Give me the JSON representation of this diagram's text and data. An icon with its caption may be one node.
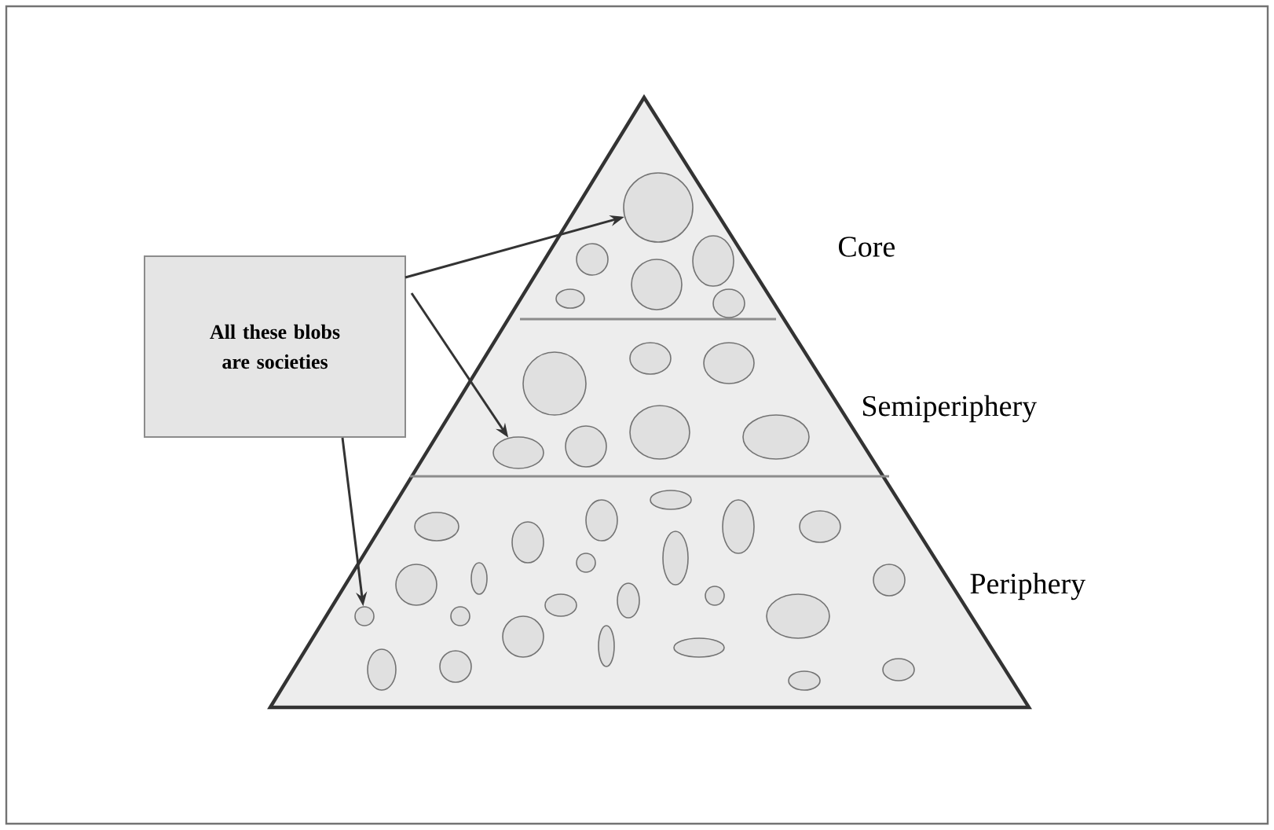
{
  "diagram": {
    "nodes": [
      {
        "text": [
          "All these blobs are societies"
        ]
      },
      {
        "text": [],
        "shape": "circle"
      },
      {
        "text": [],
        "shape": "circle"
      },
      {
        "text": [],
        "shape": "ellipse"
      },
      {
        "text": [],
        "shape": "circle"
      },
      {
        "text": [],
        "shape": "ellipse"
      },
      {
        "text": [],
        "shape": "ellipse"
      },
      {
        "text": [],
        "shape": "ellipse"
      },
      {
        "text": [],
        "shape": "ellipse"
      },
      {
        "text": [],
        "shape": "circle"
      },
      {
        "text": [],
        "shape": "ellipse"
      },
      {
        "text": [],
        "shape": "ellipse"
      },
      {
        "text": [],
        "shape": "circle"
      },
      {
        "text": [],
        "shape": "ellipse"
      },
      {
        "text": [],
        "shape": "ellipse"
      },
      {
        "text": [],
        "shape": "ellipse"
      },
      {
        "text": [],
        "shape": "ellipse"
      },
      {
        "text": [],
        "shape": "ellipse"
      },
      {
        "text": [],
        "shape": "ellipse"
      },
      {
        "text": [],
        "shape": "ellipse"
      },
      {
        "text": [],
        "shape": "ellipse"
      },
      {
        "text": [],
        "shape": "circle"
      },
      {
        "text": [],
        "shape": "ellipse"
      },
      {
        "text": [],
        "shape": "circle"
      },
      {
        "text": [],
        "shape": "circle"
      },
      {
        "text": [],
        "shape": "circle"
      },
      {
        "text": [],
        "shape": "ellipse"
      },
      {
        "text": [],
        "shape": "ellipse"
      },
      {
        "text": [],
        "shape": "circle"
      },
      {
        "text": [],
        "shape": "circle"
      },
      {
        "text": [],
        "shape": "ellipse"
      },
      {
        "text": [],
        "shape": "circle"
      },
      {
        "text": [],
        "shape": "ellipse"
      },
      {
        "text": [],
        "shape": "ellipse"
      },
      {
        "text": [],
        "shape": "ellipse"
      },
      {
        "text": [],
        "shape": "circle"
      },
      {
        "text": [],
        "shape": "ellipse"
      },
      {
        "text": [],
        "shape": "ellipse"
      }
    ],
    "edges": [
      {
        "from": 0,
        "to": 1,
        "arrow": "to"
      },
      {
        "from": 0,
        "to": 13,
        "arrow": "to"
      },
      {
        "from": 0,
        "to": 28,
        "arrow": "to"
      }
    ],
    "labels": [
      "Core",
      "Semiperiphery",
      "Periphery"
    ]
  }
}
